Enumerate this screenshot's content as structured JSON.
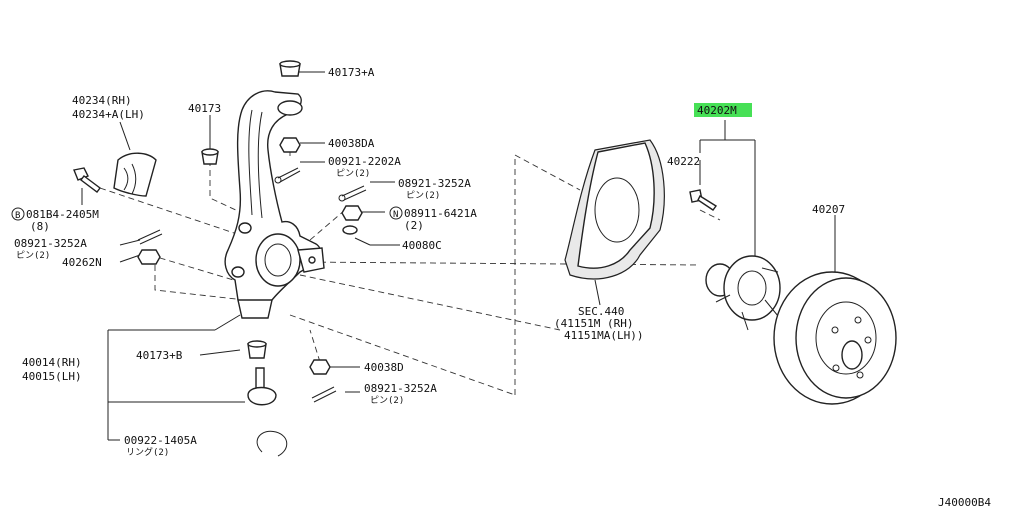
{
  "highlight_color": "#33dd44",
  "labels": {
    "p40173a": "40173+A",
    "p40173": "40173",
    "p40234_rh": "40234(RH)",
    "p40234_lh": "40234+A(LH)",
    "p40038da": "40038DA",
    "p00921_2202a": "00921-2202A",
    "pin2_a": "ピン(2)",
    "p08921_3252a_top": "08921-3252A",
    "pin2_b": "ピン(2)",
    "b_081b4": "081B4-2405M",
    "b_circle": "B",
    "b_qty": "(8)",
    "n_08911": "08911-6421A",
    "n_circle": "N",
    "n_qty": "(2)",
    "p08921_3252a_left": "08921-3252A",
    "pin2_c": "ピン(2)",
    "p40262n": "40262N",
    "p40080c": "40080C",
    "p40202m": "40202M",
    "p40222": "40222",
    "p40207": "40207",
    "sec440": "SEC.440",
    "p41151m": "(41151M (RH)",
    "p41151ma": "41151MA(LH))",
    "p40014": "40014(RH)",
    "p40015": "40015(LH)",
    "p40173b": "40173+B",
    "p40038d": "40038D",
    "p08921_3252a_bot": "08921-3252A",
    "pin2_d": "ピン(2)",
    "p00922": "00922-1405A",
    "ring2": "リング(2)",
    "diagram_code": "J40000B4"
  }
}
